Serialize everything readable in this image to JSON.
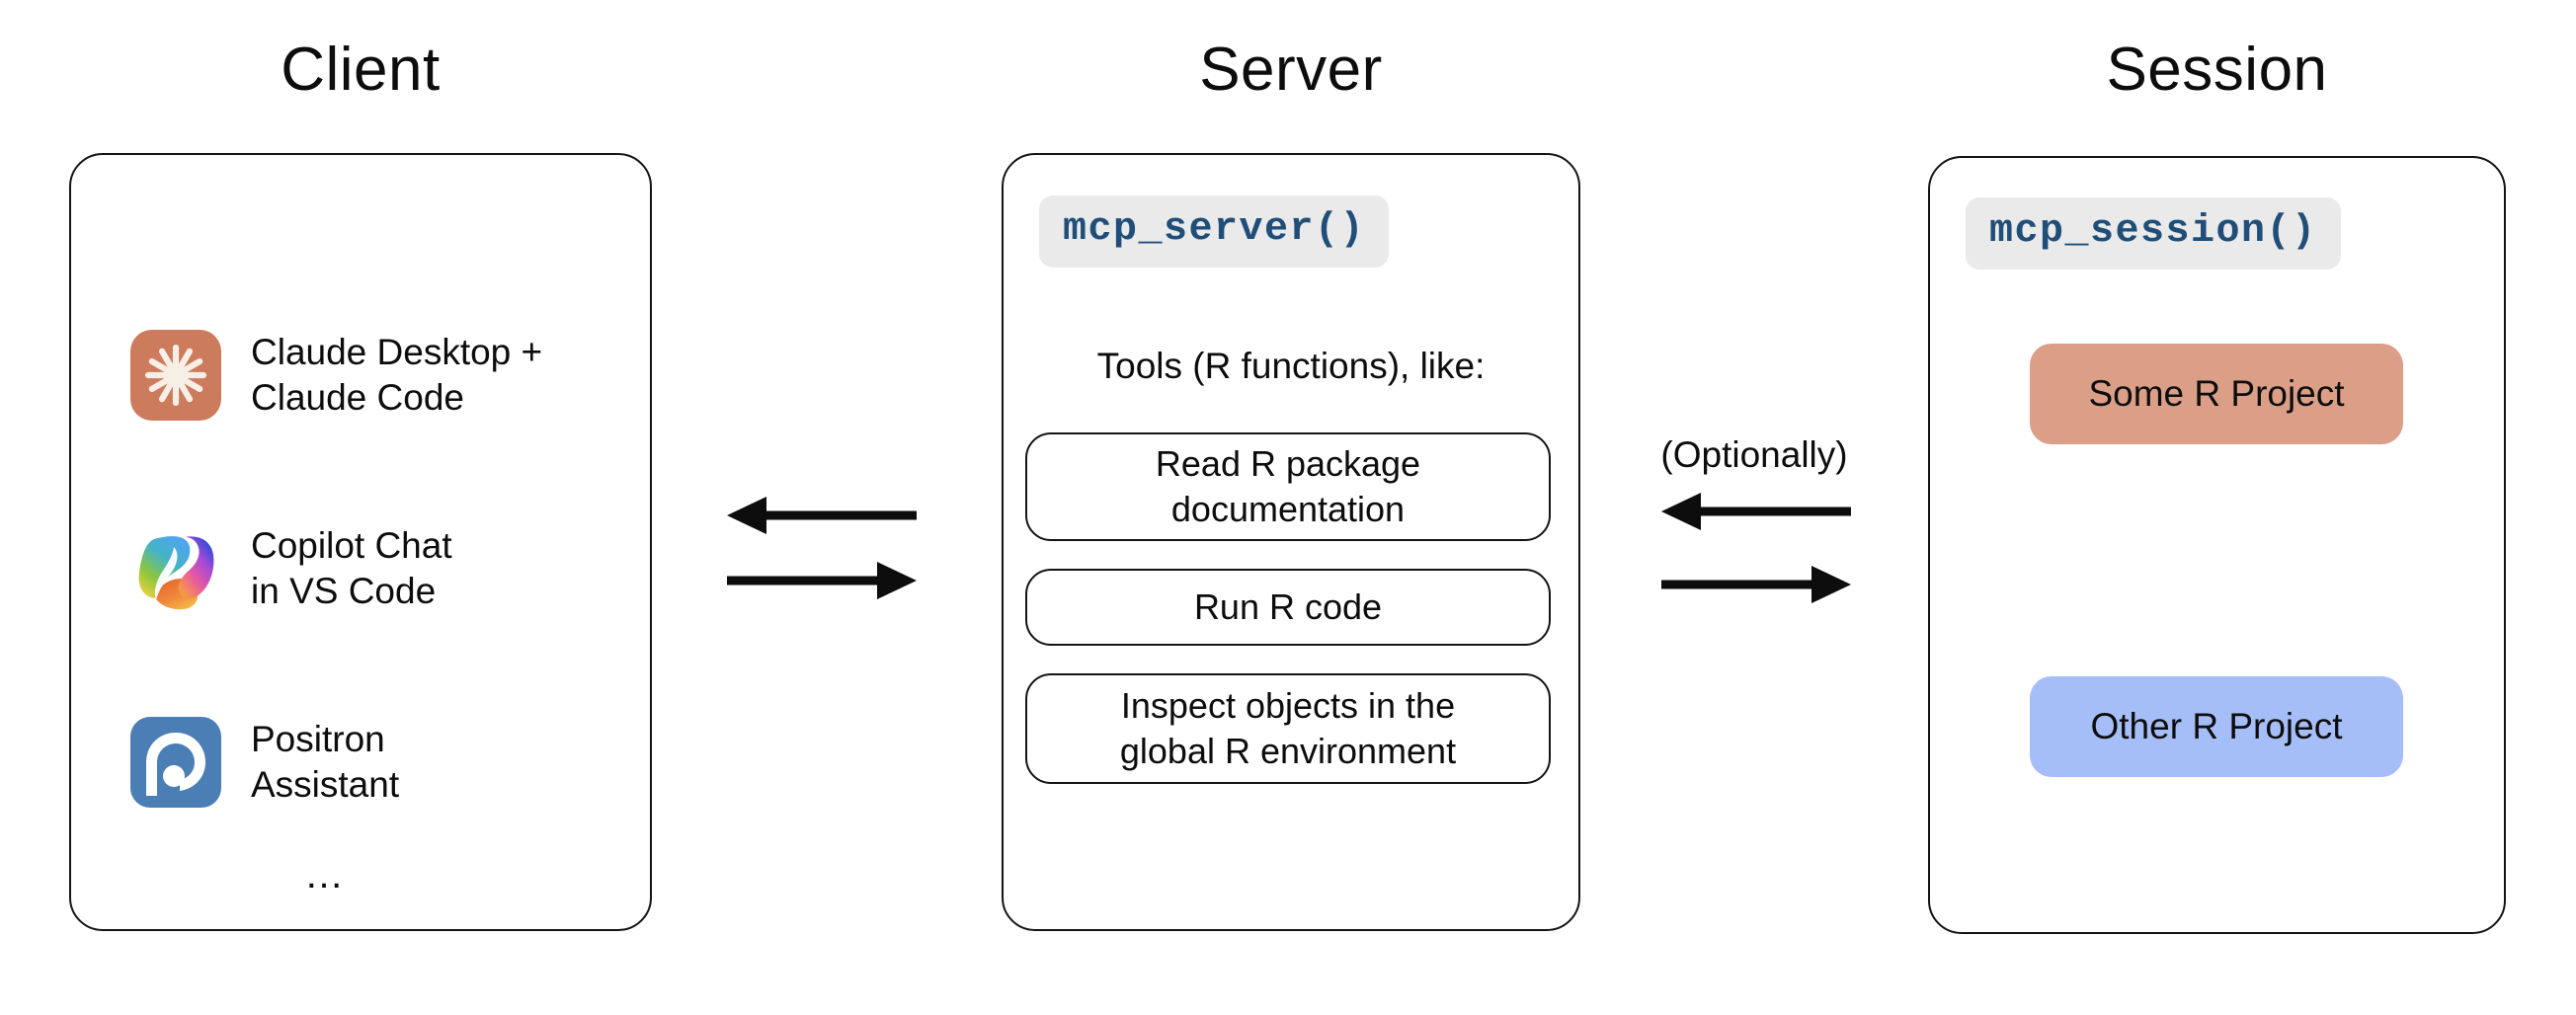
{
  "columns": [
    {
      "title": "Client"
    },
    {
      "title": "Server"
    },
    {
      "title": "Session"
    }
  ],
  "client": {
    "title": "Client",
    "items": [
      {
        "icon": "claude-icon",
        "label": "Claude Desktop +\nClaude Code"
      },
      {
        "icon": "copilot-icon",
        "label": "Copilot Chat\nin VS Code"
      },
      {
        "icon": "positron-icon",
        "label": "Positron\nAssistant"
      }
    ],
    "more": "…"
  },
  "server": {
    "title": "Server",
    "code_label": "mcp_server()",
    "tools_caption": "Tools (R functions), like:",
    "tools": [
      {
        "label": "Read R package\ndocumentation"
      },
      {
        "label": "Run R code"
      },
      {
        "label": "Inspect objects in the\nglobal R environment"
      }
    ]
  },
  "session": {
    "title": "Session",
    "code_label": "mcp_session()",
    "projects": [
      {
        "label": "Some R Project",
        "color": "#DB9F88"
      },
      {
        "label": "Other R Project",
        "color": "#A6BEF7"
      }
    ]
  },
  "connectors": {
    "client_server": {
      "left_arrow_label": "",
      "right_arrow_label": ""
    },
    "server_session": {
      "note": "(Optionally)"
    }
  },
  "colors": {
    "outline": "#141414",
    "code_text": "#1f4e79",
    "code_chip_bg": "#eaeaea",
    "claude_orange": "#CC7B5C",
    "claude_cream": "#F7EFE6",
    "positron_blue": "#4A7EB5",
    "some_project": "#DB9F88",
    "other_project": "#A6BEF7",
    "background": "#FFFFFF"
  }
}
